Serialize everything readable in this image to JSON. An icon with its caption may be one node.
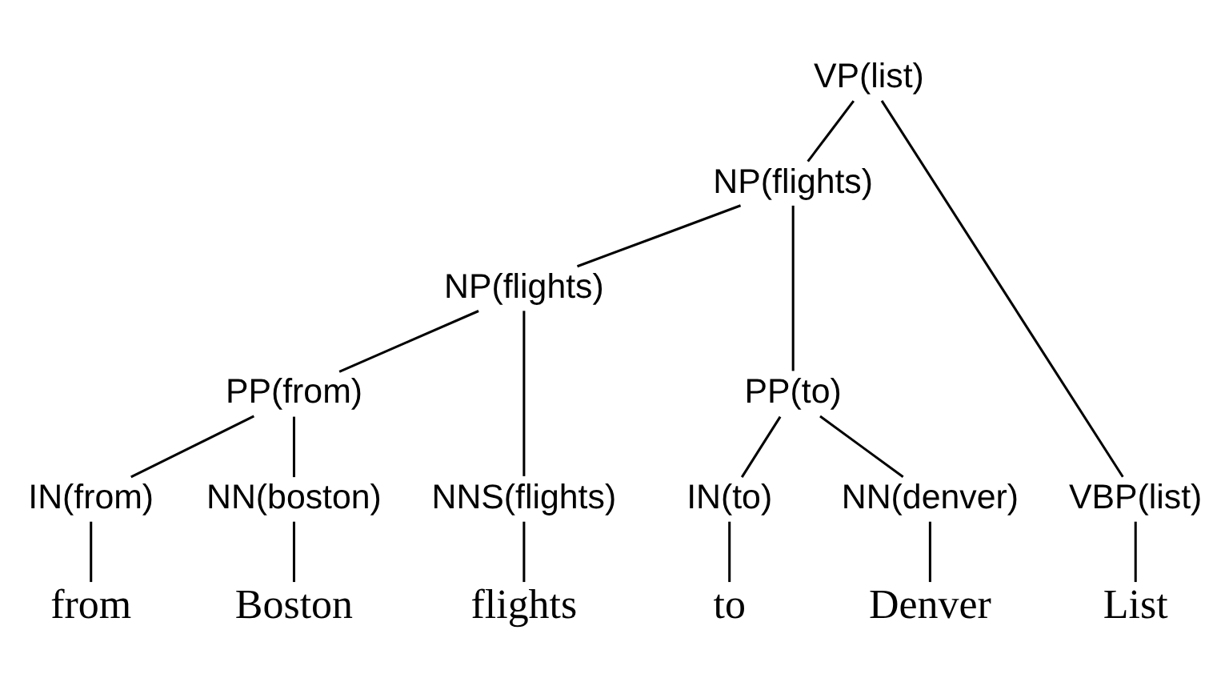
{
  "diagram": {
    "nodes": [
      {
        "text": [
          "VP(list)"
        ]
      },
      {
        "text": [
          "NP(flights)"
        ]
      },
      {
        "text": [
          "NP(flights)"
        ]
      },
      {
        "text": [
          "PP(from)"
        ]
      },
      {
        "text": [
          "PP(to)"
        ]
      },
      {
        "text": [
          "VBP(list)"
        ]
      },
      {
        "text": [
          "NNS(flights)"
        ]
      },
      {
        "text": [
          "IN(from)"
        ]
      },
      {
        "text": [
          "NN(boston)"
        ]
      },
      {
        "text": [
          "IN(to)"
        ]
      },
      {
        "text": [
          "NN(denver)"
        ]
      },
      {
        "text": [
          "List"
        ]
      },
      {
        "text": [
          "flights"
        ]
      },
      {
        "text": [
          "from"
        ]
      },
      {
        "text": [
          "Boston"
        ]
      },
      {
        "text": [
          "to"
        ]
      },
      {
        "text": [
          "Denver"
        ]
      }
    ],
    "edges": [
      {
        "from": 0,
        "to": 5,
        "arrow": "none"
      },
      {
        "from": 0,
        "to": 1,
        "arrow": "none"
      },
      {
        "from": 1,
        "to": 2,
        "arrow": "none"
      },
      {
        "from": 1,
        "to": 4,
        "arrow": "none"
      },
      {
        "from": 2,
        "to": 6,
        "arrow": "none"
      },
      {
        "from": 2,
        "to": 3,
        "arrow": "none"
      },
      {
        "from": 3,
        "to": 7,
        "arrow": "none"
      },
      {
        "from": 3,
        "to": 8,
        "arrow": "none"
      },
      {
        "from": 4,
        "to": 9,
        "arrow": "none"
      },
      {
        "from": 4,
        "to": 10,
        "arrow": "none"
      },
      {
        "from": 5,
        "to": 11,
        "arrow": "none"
      },
      {
        "from": 6,
        "to": 12,
        "arrow": "none"
      },
      {
        "from": 7,
        "to": 13,
        "arrow": "none"
      },
      {
        "from": 8,
        "to": 14,
        "arrow": "none"
      },
      {
        "from": 9,
        "to": 15,
        "arrow": "none"
      },
      {
        "from": 10,
        "to": 16,
        "arrow": "none"
      }
    ]
  }
}
